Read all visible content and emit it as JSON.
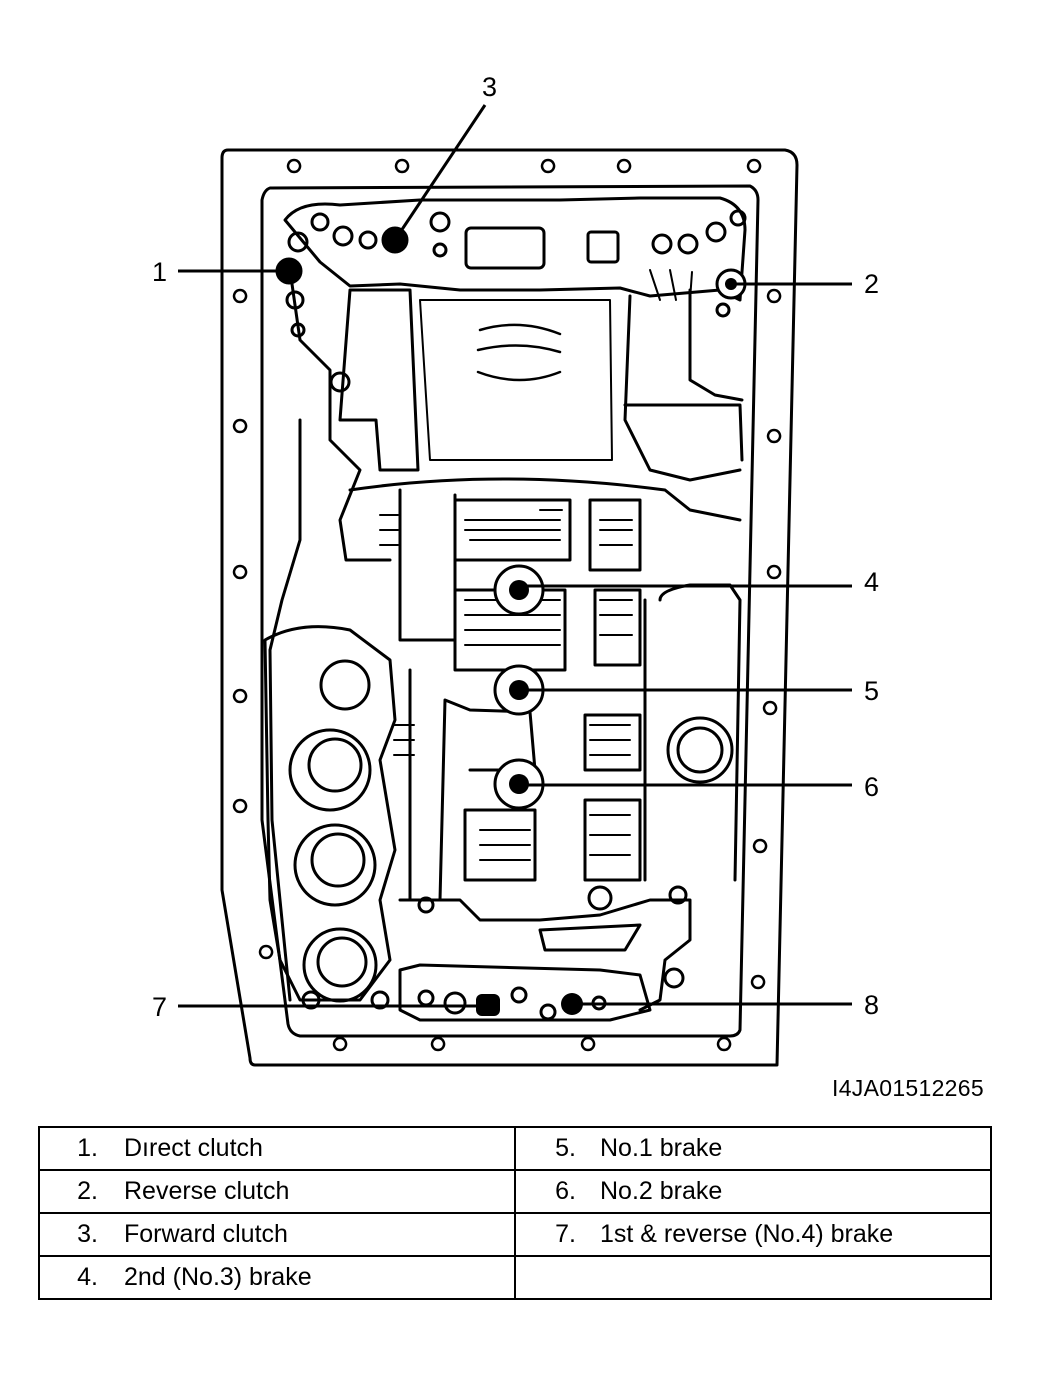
{
  "callouts": [
    {
      "id": "1",
      "label": "1"
    },
    {
      "id": "2",
      "label": "2"
    },
    {
      "id": "3",
      "label": "3"
    },
    {
      "id": "4",
      "label": "4"
    },
    {
      "id": "5",
      "label": "5"
    },
    {
      "id": "6",
      "label": "6"
    },
    {
      "id": "7",
      "label": "7"
    },
    {
      "id": "8",
      "label": "8"
    }
  ],
  "figure_id": "I4JA01512265",
  "legend": {
    "rows": [
      {
        "left_num": "1.",
        "left_text": "Dırect clutch",
        "right_num": "5.",
        "right_text": "No.1 brake"
      },
      {
        "left_num": "2.",
        "left_text": "Reverse clutch",
        "right_num": "6.",
        "right_text": "No.2 brake"
      },
      {
        "left_num": "3.",
        "left_text": "Forward clutch",
        "right_num": "7.",
        "right_text": "1st & reverse (No.4) brake"
      },
      {
        "left_num": "4.",
        "left_text": "2nd (No.3) brake",
        "right_num": "",
        "right_text": ""
      }
    ]
  }
}
